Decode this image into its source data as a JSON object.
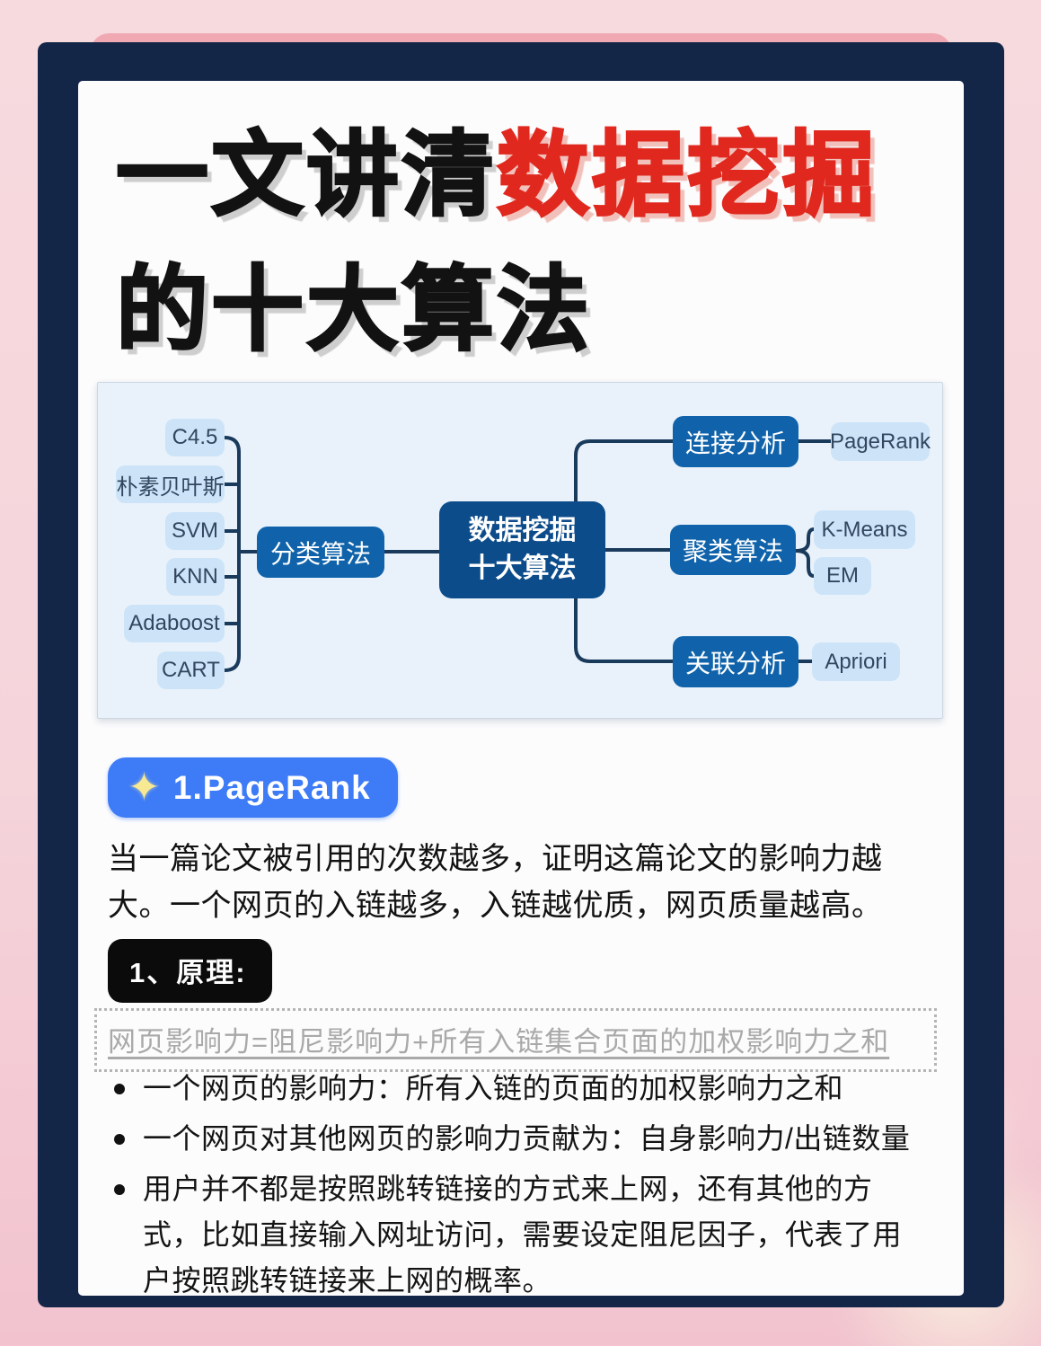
{
  "colors": {
    "accent_red": "#e0281e",
    "frame_navy": "#132647",
    "background_pink": "#f5d5db",
    "badge_blue": "#3d7bf7",
    "node_dark_blue": "#0d4c8a",
    "node_mid_blue": "#1063aa",
    "node_light_blue": "#cde4f8",
    "panel_bg": "#e9f2fb"
  },
  "title": {
    "line1_black": "一文讲清",
    "line1_red": "数据挖掘",
    "line2": "的十大算法"
  },
  "mindmap": {
    "center_line1": "数据挖掘",
    "center_line2": "十大算法",
    "branch_classification": "分类算法",
    "branch_link": "连接分析",
    "branch_cluster": "聚类算法",
    "branch_association": "关联分析",
    "leaves": {
      "c45": "C4.5",
      "naive_bayes": "朴素贝叶斯",
      "svm": "SVM",
      "knn": "KNN",
      "adaboost": "Adaboost",
      "cart": "CART",
      "pagerank": "PageRank",
      "kmeans": "K-Means",
      "em": "EM",
      "apriori": "Apriori"
    }
  },
  "section": {
    "sparkle_icon": "✦",
    "badge_label": "1.PageRank",
    "intro": "当一篇论文被引用的次数越多，证明这篇论文的影响力越大。一个网页的入链越多，入链越优质，网页质量越高。",
    "principle_badge": "1、原理:",
    "formula": "网页影响力=阻尼影响力+所有入链集合页面的加权影响力之和",
    "bullets": [
      "一个网页的影响力：所有入链的页面的加权影响力之和",
      "一个网页对其他网页的影响力贡献为：自身影响力/出链数量",
      "用户并不都是按照跳转链接的方式来上网，还有其他的方式，比如直接输入网址访问，需要设定阻尼因子，代表了用户按照跳转链接来上网的概率。"
    ]
  }
}
